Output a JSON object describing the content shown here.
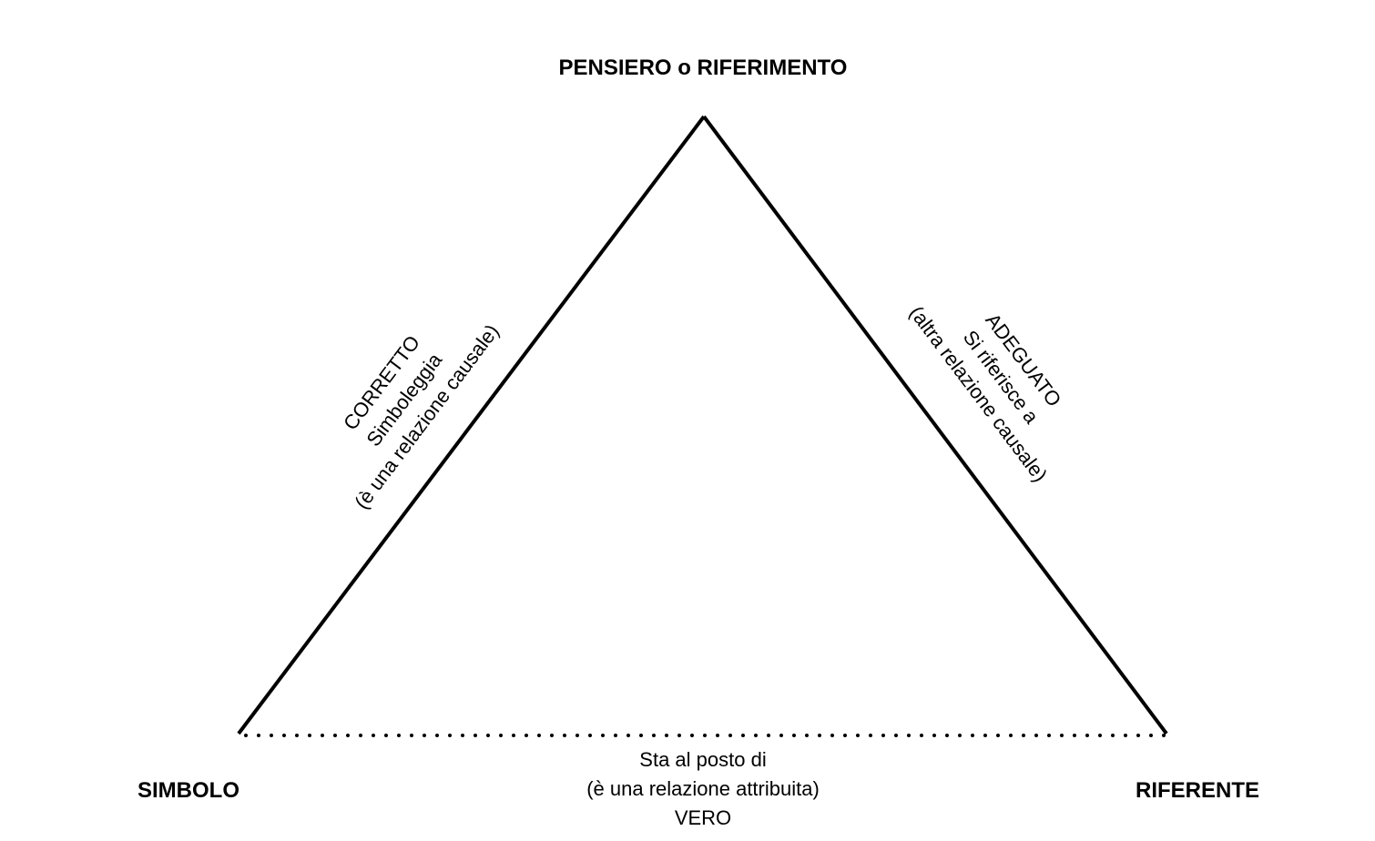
{
  "vertices": {
    "top": "PENSIERO o RIFERIMENTO",
    "left": "SIMBOLO",
    "right": "RIFERENTE"
  },
  "edges": {
    "left": [
      "CORRETTO",
      "Simboleggia",
      "(è una relazione causale)"
    ],
    "right": [
      "ADEGUATO",
      "Si riferisce a",
      "(altra relazione causale)"
    ],
    "bottom": [
      "Sta al posto di",
      "(è una relazione attribuita)",
      "VERO"
    ]
  },
  "colors": {
    "line": "#000000"
  }
}
